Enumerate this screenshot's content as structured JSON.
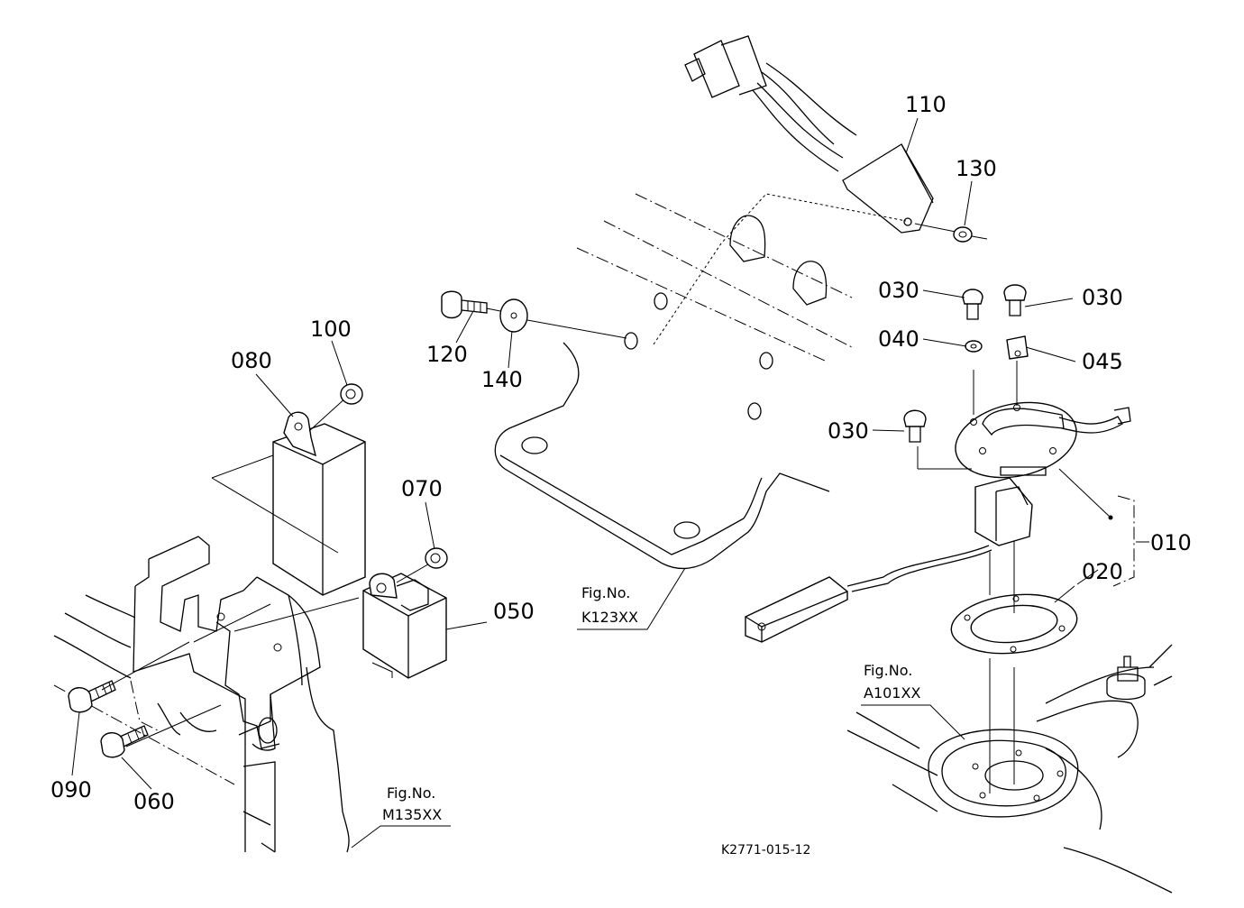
{
  "diagram": {
    "part_labels": {
      "p110": "110",
      "p130": "130",
      "p030a": "030",
      "p030b": "030",
      "p030c": "030",
      "p040": "040",
      "p045": "045",
      "p010": "010",
      "p020": "020",
      "p120": "120",
      "p140": "140",
      "p100": "100",
      "p080": "080",
      "p070": "070",
      "p050": "050",
      "p090": "090",
      "p060": "060"
    },
    "figure_refs": {
      "k123": {
        "label": "Fig.No.",
        "code": "K123XX"
      },
      "a101": {
        "label": "Fig.No.",
        "code": "A101XX"
      },
      "m135": {
        "label": "Fig.No.",
        "code": "M135XX"
      }
    },
    "drawing_code": "K2771-015-12"
  }
}
